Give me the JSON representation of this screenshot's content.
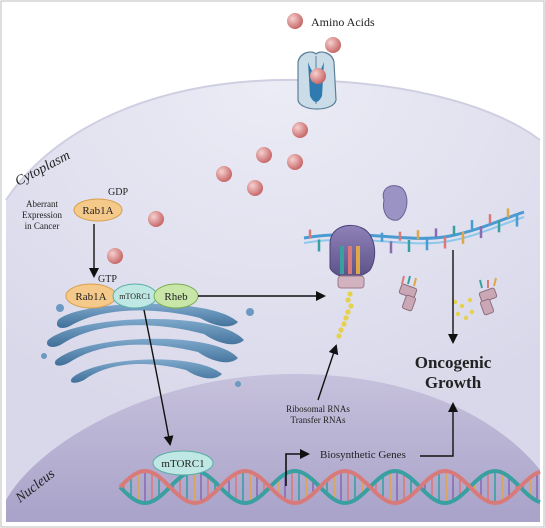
{
  "labels": {
    "amino_acids": "Amino Acids",
    "cytoplasm": "Cytoplasm",
    "nucleus": "Nucleus",
    "gdp": "GDP",
    "gtp": "GTP",
    "aberrant_1": "Aberrant",
    "aberrant_2": "Expression",
    "aberrant_3": "in Cancer",
    "rab1a_gdp": "Rab1A",
    "rab1a_gtp": "Rab1A",
    "mtorc1_golgi": "mTORC1",
    "rheb": "Rheb",
    "mtorc1_nucleus": "mTORC1",
    "ribosomal_1": "Ribosomal RNAs",
    "ribosomal_2": "Transfer RNAs",
    "biosynthetic_genes": "Biosynthetic Genes",
    "oncogenic_1": "Oncogenic",
    "oncogenic_2": "Growth"
  },
  "colors": {
    "amino_acid": "#d98080",
    "rab1a": "#f5c98a",
    "mtorc1": "#bfe8e4",
    "rheb": "#c8e6a8",
    "golgi": "#5b8fb8",
    "cytoplasm": "#e4e4f1",
    "nucleus": "#bfb9d6",
    "dna_teal": "#3a9fa0",
    "dna_pink": "#d97a7a"
  }
}
